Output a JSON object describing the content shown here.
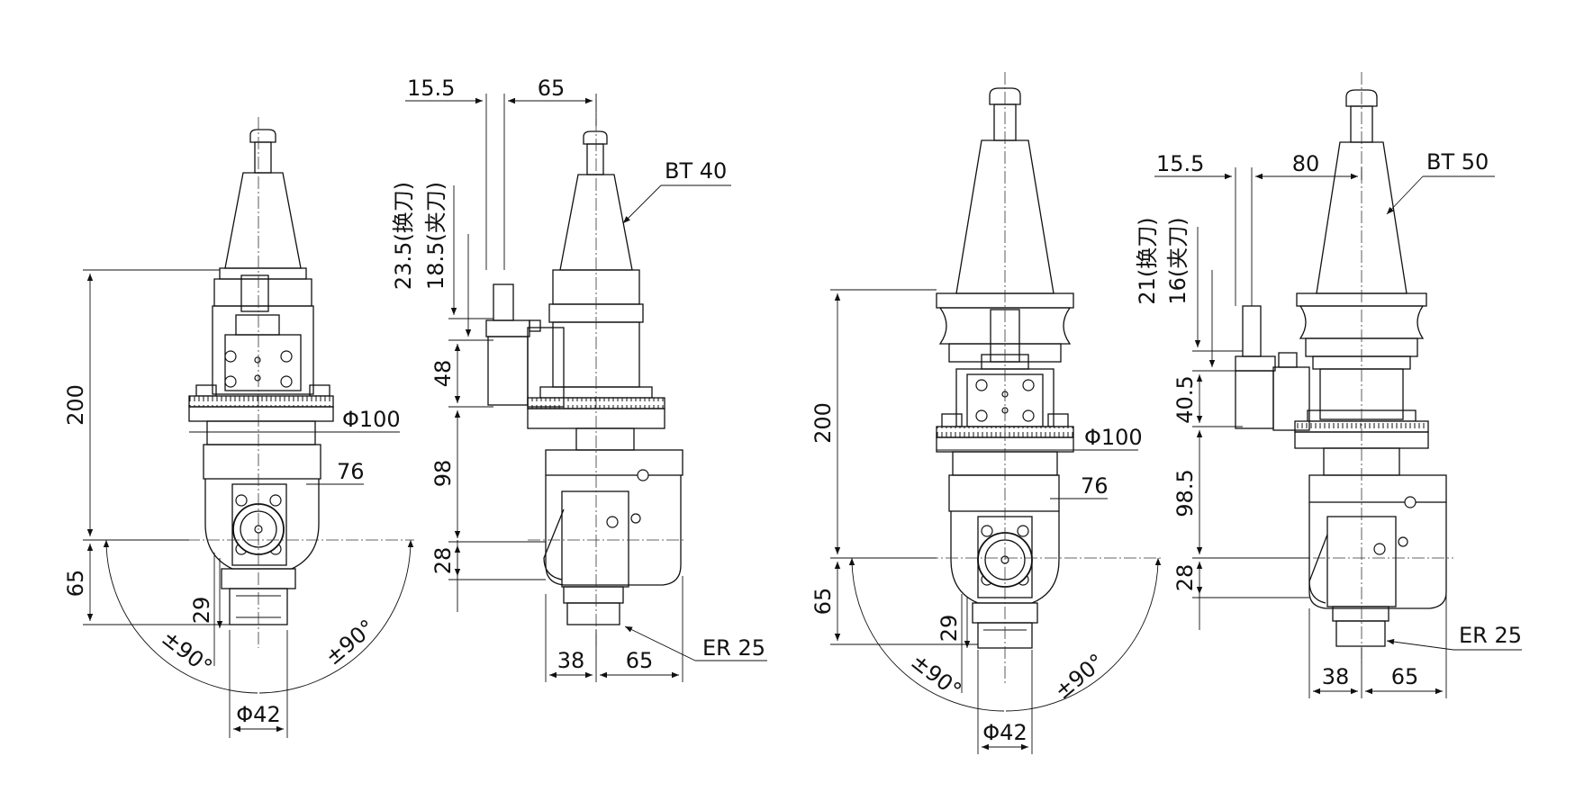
{
  "bt40": {
    "side_top_a": "15.5",
    "side_top_b": "65",
    "side_v_change": "23.5(换刀)",
    "side_v_clamp": "18.5(夹刀)",
    "side_48": "48",
    "side_98": "98",
    "side_28": "28",
    "label_taper": "BT 40",
    "label_collet": "ER 25",
    "side_bottom_a": "38",
    "side_bottom_b": "65",
    "front_200": "200",
    "front_65": "65",
    "front_29": "29",
    "front_d100": "Φ100",
    "front_76": "76",
    "front_d42": "Φ42",
    "angle_left": "±90°",
    "angle_right": "±90°"
  },
  "bt50": {
    "side_top_a": "15.5",
    "side_top_b": "80",
    "side_v_change": "21(换刀)",
    "side_v_clamp": "16(夹刀)",
    "side_405": "40.5",
    "side_985": "98.5",
    "side_28": "28",
    "label_taper": "BT 50",
    "label_collet": "ER 25",
    "side_bottom_a": "38",
    "side_bottom_b": "65",
    "front_200": "200",
    "front_65": "65",
    "front_29": "29",
    "front_d100": "Φ100",
    "front_76": "76",
    "front_d42": "Φ42",
    "angle_left": "±90°",
    "angle_right": "±90°"
  }
}
